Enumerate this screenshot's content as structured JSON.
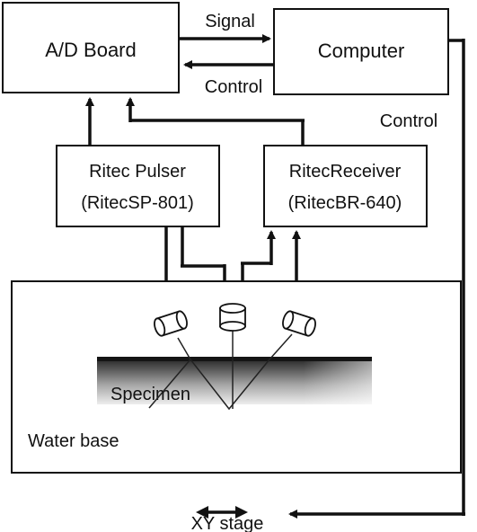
{
  "diagram": {
    "blocks": {
      "ad_board": "A/D Board",
      "computer": "Computer",
      "pulser": {
        "line1": "Ritec Pulser",
        "line2": "(RitecSP-801)"
      },
      "receiver": {
        "line1": "RitecReceiver",
        "line2": "(RitecBR-640)"
      },
      "tank": "Water base"
    },
    "labels": {
      "signal": "Signal",
      "control_bottom": "Control",
      "control_right": "Control",
      "specimen": "Specimen",
      "xy_stage": "XY stage"
    },
    "colors": {
      "stroke": "#111111",
      "specimen_dark": "#3a3a3a",
      "specimen_light": "#e6e6e6"
    }
  }
}
